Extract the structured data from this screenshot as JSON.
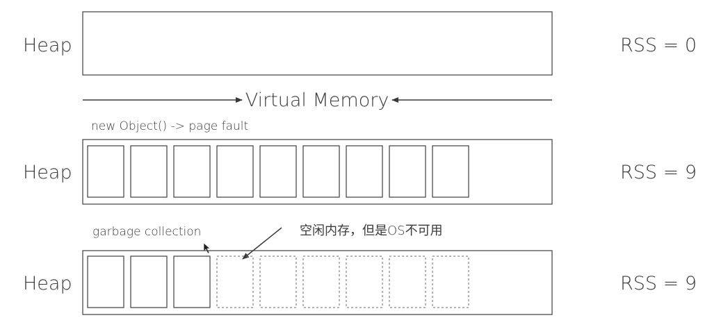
{
  "rows": [
    {
      "heap_label": "Heap",
      "rss_label": "RSS = 0",
      "caption": "",
      "solid_pages": 0,
      "free_pages": 0
    },
    {
      "heap_label": "Heap",
      "rss_label": "RSS = 9",
      "caption": "new Object() -> page fault",
      "solid_pages": 9,
      "free_pages": 0
    },
    {
      "heap_label": "Heap",
      "rss_label": "RSS = 9",
      "caption": "garbage collection",
      "solid_pages": 3,
      "free_pages": 6
    }
  ],
  "virtual_memory_label": "Virtual Memory",
  "free_memory_note": "空闲内存，但是OS不可用",
  "colors": {
    "stroke": "#4a4a4a",
    "text": "#3a3a3a",
    "dashed": "#6a6a6a"
  }
}
